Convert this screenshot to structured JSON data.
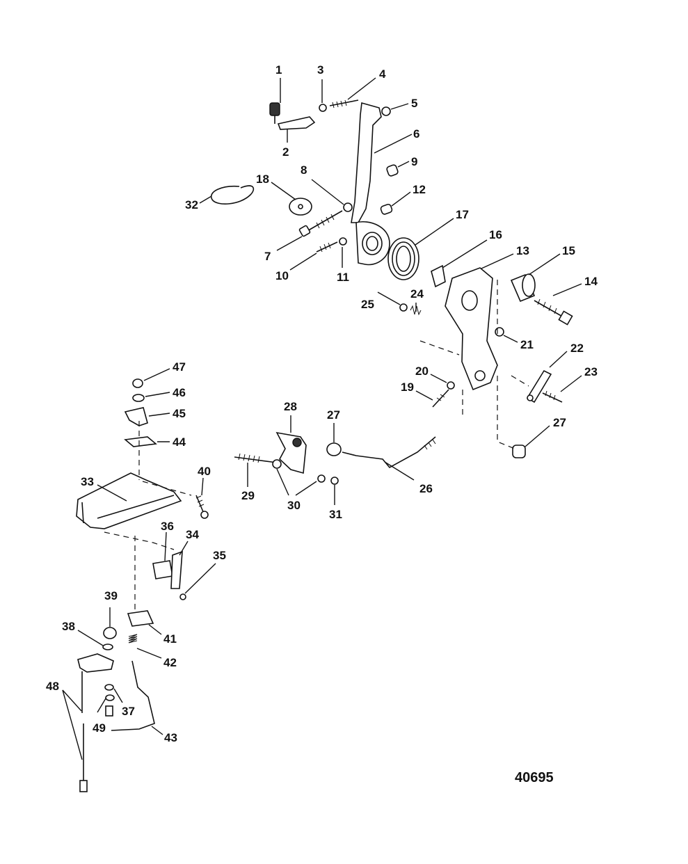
{
  "figure_number": "40695",
  "callouts": [
    {
      "id": "1",
      "label": "1"
    },
    {
      "id": "2",
      "label": "2"
    },
    {
      "id": "3",
      "label": "3"
    },
    {
      "id": "4",
      "label": "4"
    },
    {
      "id": "5",
      "label": "5"
    },
    {
      "id": "6",
      "label": "6"
    },
    {
      "id": "7",
      "label": "7"
    },
    {
      "id": "8",
      "label": "8"
    },
    {
      "id": "9",
      "label": "9"
    },
    {
      "id": "10",
      "label": "10"
    },
    {
      "id": "11",
      "label": "11"
    },
    {
      "id": "12",
      "label": "12"
    },
    {
      "id": "13",
      "label": "13"
    },
    {
      "id": "14",
      "label": "14"
    },
    {
      "id": "15",
      "label": "15"
    },
    {
      "id": "16",
      "label": "16"
    },
    {
      "id": "17",
      "label": "17"
    },
    {
      "id": "18",
      "label": "18"
    },
    {
      "id": "19",
      "label": "19"
    },
    {
      "id": "20",
      "label": "20"
    },
    {
      "id": "21",
      "label": "21"
    },
    {
      "id": "22",
      "label": "22"
    },
    {
      "id": "23",
      "label": "23"
    },
    {
      "id": "24",
      "label": "24"
    },
    {
      "id": "25",
      "label": "25"
    },
    {
      "id": "26",
      "label": "26"
    },
    {
      "id": "27a",
      "label": "27"
    },
    {
      "id": "27b",
      "label": "27"
    },
    {
      "id": "28",
      "label": "28"
    },
    {
      "id": "29",
      "label": "29"
    },
    {
      "id": "30",
      "label": "30"
    },
    {
      "id": "31",
      "label": "31"
    },
    {
      "id": "32",
      "label": "32"
    },
    {
      "id": "33",
      "label": "33"
    },
    {
      "id": "34",
      "label": "34"
    },
    {
      "id": "35",
      "label": "35"
    },
    {
      "id": "36",
      "label": "36"
    },
    {
      "id": "37",
      "label": "37"
    },
    {
      "id": "38",
      "label": "38"
    },
    {
      "id": "39",
      "label": "39"
    },
    {
      "id": "40",
      "label": "40"
    },
    {
      "id": "41",
      "label": "41"
    },
    {
      "id": "42",
      "label": "42"
    },
    {
      "id": "43",
      "label": "43"
    },
    {
      "id": "44",
      "label": "44"
    },
    {
      "id": "45",
      "label": "45"
    },
    {
      "id": "46",
      "label": "46"
    },
    {
      "id": "47",
      "label": "47"
    },
    {
      "id": "48",
      "label": "48"
    },
    {
      "id": "49",
      "label": "49"
    }
  ]
}
